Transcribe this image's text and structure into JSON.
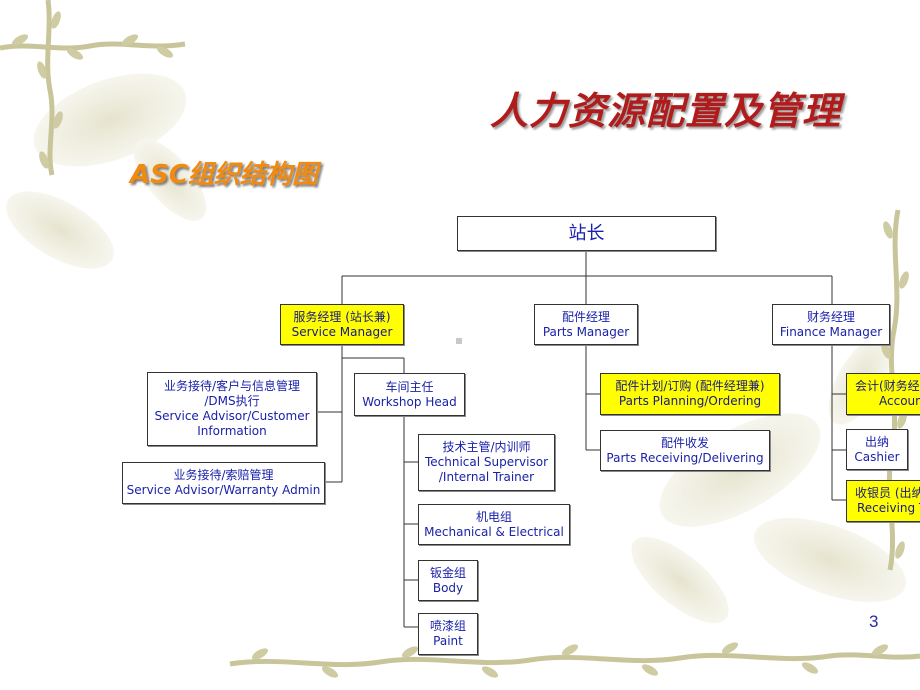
{
  "slide": {
    "title": "人力资源配置及管理",
    "subtitle": "ASC组织结构图",
    "page_number": "3"
  },
  "org_chart": {
    "root": "站长",
    "service_manager": {
      "zh": "服务经理 (站长兼)",
      "en": "Service Manager"
    },
    "parts_manager": {
      "zh": "配件经理",
      "en": "Parts Manager"
    },
    "finance_manager": {
      "zh": "财务经理",
      "en": "Finance Manager"
    },
    "service_advisor_info": {
      "l1": "业务接待/客户与信息管理",
      "l2": "/DMS执行",
      "l3": "Service Advisor/Customer",
      "l4": "Information"
    },
    "service_advisor_warranty": {
      "zh": "业务接待/索赔管理",
      "en": "Service Advisor/Warranty Admin"
    },
    "workshop_head": {
      "zh": "车间主任",
      "en": "Workshop Head"
    },
    "technical_supervisor": {
      "zh": "技术主管/内训师",
      "en1": "Technical Supervisor",
      "en2": "/Internal Trainer"
    },
    "mechanical_electrical": {
      "zh": "机电组",
      "en": "Mechanical & Electrical"
    },
    "body": {
      "zh": "钣金组",
      "en": "Body"
    },
    "paint": {
      "zh": "喷漆组",
      "en": "Paint"
    },
    "parts_planning": {
      "zh": "配件计划/订购 (配件经理兼)",
      "en": "Parts Planning/Ordering"
    },
    "parts_receiving": {
      "zh": "配件收发",
      "en": "Parts Receiving/Delivering"
    },
    "accountant": {
      "zh": "会计(财务经",
      "en": "Accounta"
    },
    "cashier": {
      "zh": "出纳",
      "en": "Cashier"
    },
    "receiving_teller": {
      "zh": "收银员 (出纳",
      "en": "Receiving T"
    }
  },
  "colors": {
    "title": "#b01c1c",
    "subtitle": "#f08a10",
    "highlight_box": "#ffff00",
    "box_text": "#1a22a8"
  }
}
